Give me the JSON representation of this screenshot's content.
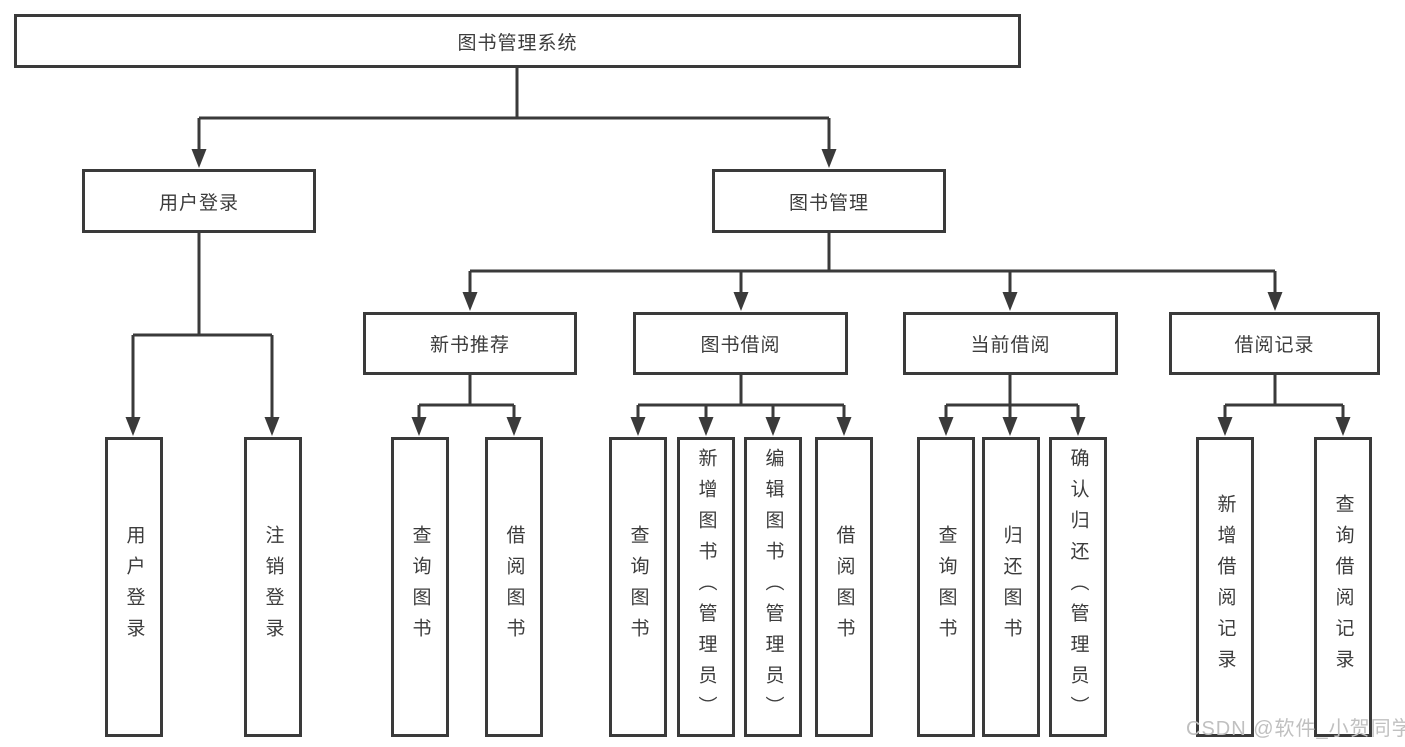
{
  "diagram": {
    "type": "hierarchy-functional-structure",
    "root": {
      "label": "图书管理系统",
      "children": [
        {
          "label": "用户登录",
          "children": [
            {
              "label": "用户登录"
            },
            {
              "label": "注销登录"
            }
          ]
        },
        {
          "label": "图书管理",
          "children": [
            {
              "label": "新书推荐",
              "children": [
                {
                  "label": "查询图书"
                },
                {
                  "label": "借阅图书"
                }
              ]
            },
            {
              "label": "图书借阅",
              "children": [
                {
                  "label": "查询图书"
                },
                {
                  "label": "新增图书（管理员）"
                },
                {
                  "label": "编辑图书（管理员）"
                },
                {
                  "label": "借阅图书"
                }
              ]
            },
            {
              "label": "当前借阅",
              "children": [
                {
                  "label": "查询图书"
                },
                {
                  "label": "归还图书"
                },
                {
                  "label": "确认归还（管理员）"
                }
              ]
            },
            {
              "label": "借阅记录",
              "children": [
                {
                  "label": "新增借阅记录"
                },
                {
                  "label": "查询借阅记录"
                }
              ]
            }
          ]
        }
      ]
    }
  },
  "watermark": {
    "text": "CSDN @软件_小贺同学"
  },
  "colors": {
    "line": "#3a3a3a",
    "text": "#3c3c3c",
    "watermark": "#c0c0c0",
    "background": "#ffffff"
  }
}
